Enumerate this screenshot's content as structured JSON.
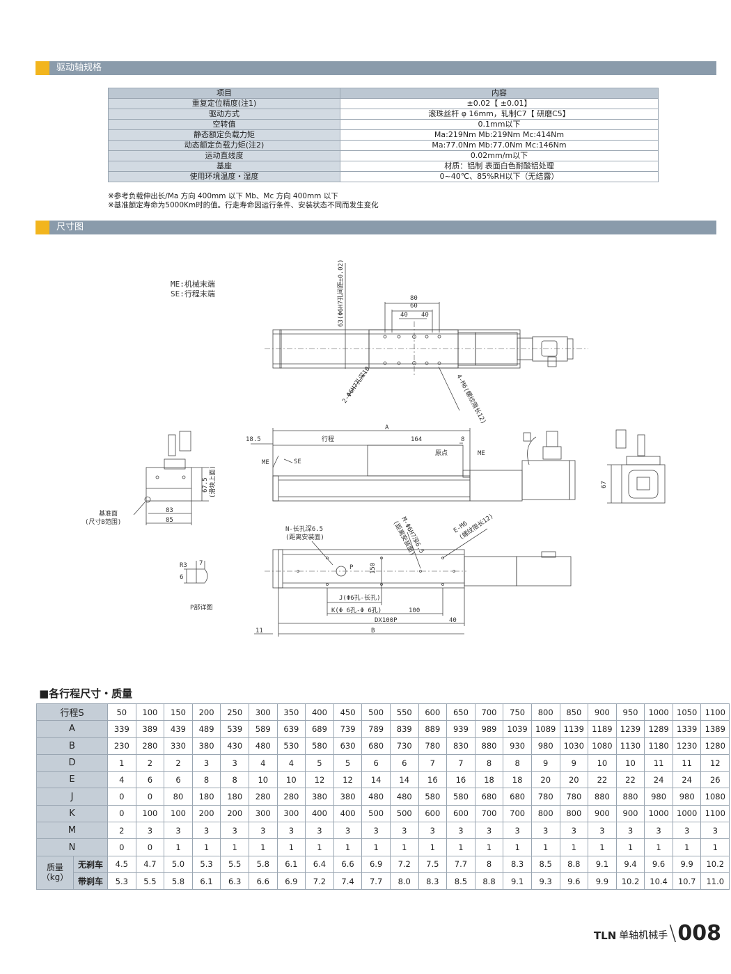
{
  "section1": {
    "title": "驱动轴规格"
  },
  "spec_table": {
    "header": [
      "项目",
      "内容"
    ],
    "rows": [
      [
        "重复定位精度(注1)",
        "±0.02【 ±0.01】"
      ],
      [
        "驱动方式",
        "滚珠丝杆 φ 16mm，轧制C7【 研磨C5】"
      ],
      [
        "空转值",
        "0.1mm以下"
      ],
      [
        "静态额定负载力矩",
        "Ma:219Nm   Mb:219Nm   Mc:414Nm"
      ],
      [
        "动态额定负载力矩(注2)",
        "Ma:77.0Nm   Mb:77.0Nm   Mc:146Nm"
      ],
      [
        "运动直线度",
        "0.02mm/m以下"
      ],
      [
        "基座",
        "材质：铝制  表面白色耐酸铝处理"
      ],
      [
        "使用环境温度・湿度",
        "0~40℃、85%RH以下（无结露）"
      ]
    ]
  },
  "notes": [
    "※参考负载伸出长/Ma 方向 400mm 以下   Mb、Mc 方向 400mm 以下",
    "※基准额定寿命为5000Km时的值。行走寿命因运行条件、安装状态不同而发生变化"
  ],
  "section2": {
    "title": "尺寸图"
  },
  "drawing": {
    "legend_me": "ME:机械末端",
    "legend_se": "SE:行程末端",
    "dim_80": "80",
    "dim_60": "60",
    "dim_40a": "40",
    "dim_40b": "40",
    "pin_label": "63(Φ6H7孔间距±0.02)",
    "hole_label": "2-Φ6H7孔深10",
    "m6_label": "4-M6(螺纹限长12)",
    "dim_185": "18.5",
    "stroke": "行程",
    "dim_a": "A",
    "dim_164": "164",
    "dim_8": "8",
    "origin": "原点",
    "me": "ME",
    "me2": "ME",
    "se": "SE",
    "dim_675": "67.5",
    "slider_top": "(滑块上面)",
    "dim_83": "83",
    "dim_85": "85",
    "base_ref1": "基准面",
    "base_ref2": "(尺寸B范围)",
    "dim_67": "67",
    "p_r3": "R3",
    "p_7": "7",
    "p_6": "6",
    "p_detail": "P部详图",
    "n_hole1": "N-长孔深6.5",
    "n_hole2": "(距离安装面)",
    "m_hole1": "M-Φ6H7深6.5",
    "m_hole2": "(距离安装面)",
    "e_m6_1": "E-M6",
    "e_m6_2": "(螺纹限长12)",
    "p": "P",
    "dim_150": "150",
    "j_label": "J(Φ6孔-长孔)",
    "k_label": "K(Φ 6孔-Φ 6孔)",
    "dim_100": "100",
    "dx100p": "DX100P",
    "dim_40c": "40",
    "dim_11": "11",
    "dim_b": "B"
  },
  "dims_title": "■各行程尺寸・质量",
  "dims": {
    "stroke_label": "行程S",
    "strokes": [
      "50",
      "100",
      "150",
      "200",
      "250",
      "300",
      "350",
      "400",
      "450",
      "500",
      "550",
      "600",
      "650",
      "700",
      "750",
      "800",
      "850",
      "900",
      "950",
      "1000",
      "1050",
      "1100"
    ],
    "rows": [
      {
        "label": "A",
        "values": [
          "339",
          "389",
          "439",
          "489",
          "539",
          "589",
          "639",
          "689",
          "739",
          "789",
          "839",
          "889",
          "939",
          "989",
          "1039",
          "1089",
          "1139",
          "1189",
          "1239",
          "1289",
          "1339",
          "1389"
        ]
      },
      {
        "label": "B",
        "values": [
          "230",
          "280",
          "330",
          "380",
          "430",
          "480",
          "530",
          "580",
          "630",
          "680",
          "730",
          "780",
          "830",
          "880",
          "930",
          "980",
          "1030",
          "1080",
          "1130",
          "1180",
          "1230",
          "1280"
        ]
      },
      {
        "label": "D",
        "values": [
          "1",
          "2",
          "2",
          "3",
          "3",
          "4",
          "4",
          "5",
          "5",
          "6",
          "6",
          "7",
          "7",
          "8",
          "8",
          "9",
          "9",
          "10",
          "10",
          "11",
          "11",
          "12"
        ]
      },
      {
        "label": "E",
        "values": [
          "4",
          "6",
          "6",
          "8",
          "8",
          "10",
          "10",
          "12",
          "12",
          "14",
          "14",
          "16",
          "16",
          "18",
          "18",
          "20",
          "20",
          "22",
          "22",
          "24",
          "24",
          "26"
        ]
      },
      {
        "label": "J",
        "values": [
          "0",
          "0",
          "80",
          "180",
          "180",
          "280",
          "280",
          "380",
          "380",
          "480",
          "480",
          "580",
          "580",
          "680",
          "680",
          "780",
          "780",
          "880",
          "880",
          "980",
          "980",
          "1080"
        ]
      },
      {
        "label": "K",
        "values": [
          "0",
          "100",
          "100",
          "200",
          "200",
          "300",
          "300",
          "400",
          "400",
          "500",
          "500",
          "600",
          "600",
          "700",
          "700",
          "800",
          "800",
          "900",
          "900",
          "1000",
          "1000",
          "1100"
        ]
      },
      {
        "label": "M",
        "values": [
          "2",
          "3",
          "3",
          "3",
          "3",
          "3",
          "3",
          "3",
          "3",
          "3",
          "3",
          "3",
          "3",
          "3",
          "3",
          "3",
          "3",
          "3",
          "3",
          "3",
          "3",
          "3"
        ]
      },
      {
        "label": "N",
        "values": [
          "0",
          "0",
          "1",
          "1",
          "1",
          "1",
          "1",
          "1",
          "1",
          "1",
          "1",
          "1",
          "1",
          "1",
          "1",
          "1",
          "1",
          "1",
          "1",
          "1",
          "1",
          "1"
        ]
      }
    ],
    "mass_label_1": "质量",
    "mass_label_2": "（kg）",
    "mass_rows": [
      {
        "label": "无刹车",
        "values": [
          "4.5",
          "4.7",
          "5.0",
          "5.3",
          "5.5",
          "5.8",
          "6.1",
          "6.4",
          "6.6",
          "6.9",
          "7.2",
          "7.5",
          "7.7",
          "8",
          "8.3",
          "8.5",
          "8.8",
          "9.1",
          "9.4",
          "9.6",
          "9.9",
          "10.2"
        ]
      },
      {
        "label": "带刹车",
        "values": [
          "5.3",
          "5.5",
          "5.8",
          "6.1",
          "6.3",
          "6.6",
          "6.9",
          "7.2",
          "7.4",
          "7.7",
          "8.0",
          "8.3",
          "8.5",
          "8.8",
          "9.1",
          "9.3",
          "9.6",
          "9.9",
          "10.2",
          "10.4",
          "10.7",
          "11.0"
        ]
      }
    ]
  },
  "footer": {
    "brand": "TLN",
    "subtitle": "单轴机械手",
    "slash": "\\",
    "page": "008"
  },
  "colors": {
    "bar": "#8a9bab",
    "accent": "#f2b51e",
    "header_cell": "#bcc7d2",
    "key_cell": "#d2dae2"
  }
}
